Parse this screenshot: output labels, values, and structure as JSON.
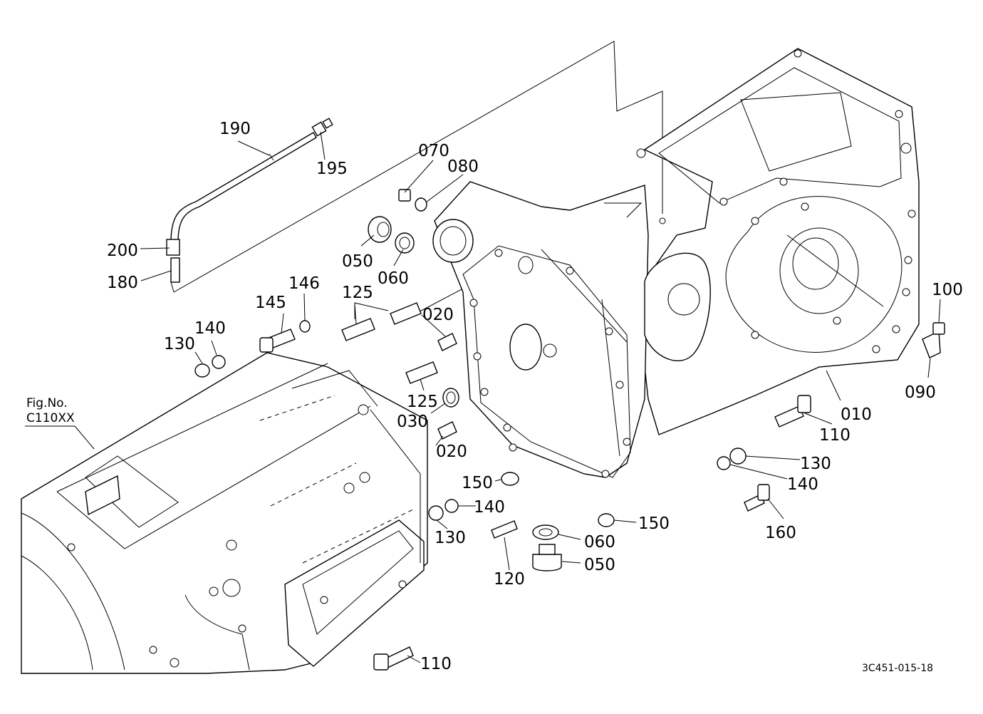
{
  "figure": {
    "fig_label": "Fig.No.",
    "fig_number": "C110XX",
    "drawing_code": "3C451-015-18"
  },
  "callouts": {
    "p190": "190",
    "p195": "195",
    "p200": "200",
    "p180": "180",
    "p070": "070",
    "p080": "080",
    "p050a": "050",
    "p060a": "060",
    "p145": "145",
    "p146": "146",
    "p125a": "125",
    "p020a": "020",
    "p130a": "130",
    "p140a": "140",
    "p125b": "125",
    "p030": "030",
    "p020b": "020",
    "p100": "100",
    "p090": "090",
    "p010": "010",
    "p110a": "110",
    "p130b": "130",
    "p140b": "140",
    "p160": "160",
    "p150a": "150",
    "p150b": "150",
    "p140c": "140",
    "p130c": "130",
    "p060b": "060",
    "p050b": "050",
    "p120": "120",
    "p110b": "110"
  }
}
